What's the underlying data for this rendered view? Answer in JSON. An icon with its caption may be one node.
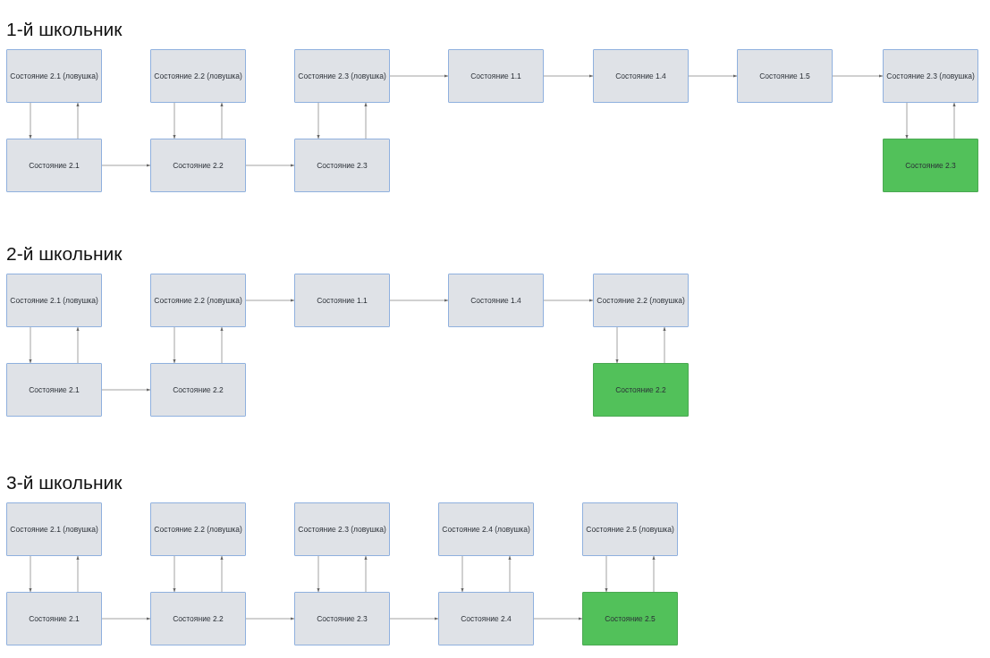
{
  "diagram": {
    "nodes": [
      {
        "text": [
          "Состояние 2.1 (ловушка)"
        ]
      },
      {
        "text": [
          "Состояние 2.1"
        ]
      },
      {
        "text": [
          "Состояние 2.2 (ловушка)"
        ]
      },
      {
        "text": [
          "Состояние 2.2"
        ]
      },
      {
        "text": [
          "Состояние 2.3 (ловушка)"
        ]
      },
      {
        "text": [
          "Состояние 2.3"
        ]
      },
      {
        "text": [
          "Состояние 1.1"
        ]
      },
      {
        "text": [
          "Состояние 1.4"
        ]
      },
      {
        "text": [
          "Состояние 1.5"
        ]
      },
      {
        "text": [
          "Состояние 2.3 (ловушка)"
        ]
      },
      {
        "text": [
          "Состояние 2.3"
        ]
      },
      {
        "text": [
          "Состояние 2.1 (ловушка)"
        ]
      },
      {
        "text": [
          "Состояние 2.1"
        ]
      },
      {
        "text": [
          "Состояние 2.2 (ловушка)"
        ]
      },
      {
        "text": [
          "Состояние 2.2"
        ]
      },
      {
        "text": [
          "Состояние 1.1"
        ]
      },
      {
        "text": [
          "Состояние 1.4"
        ]
      },
      {
        "text": [
          "Состояние 2.2 (ловушка)"
        ]
      },
      {
        "text": [
          "Состояние 2.2"
        ]
      },
      {
        "text": [
          "Состояние 2.1 (ловушка)"
        ]
      },
      {
        "text": [
          "Состояние 2.1"
        ]
      },
      {
        "text": [
          "Состояние 2.2 (ловушка)"
        ]
      },
      {
        "text": [
          "Состояние 2.2"
        ]
      },
      {
        "text": [
          "Состояние 2.3 (ловушка)"
        ]
      },
      {
        "text": [
          "Состояние 2.3"
        ]
      },
      {
        "text": [
          "Состояние 2.4 (ловушка)"
        ]
      },
      {
        "text": [
          "Состояние 2.4"
        ]
      },
      {
        "text": [
          "Состояние 2.5 (ловушка)"
        ]
      },
      {
        "text": [
          "Состояние 2.5"
        ]
      }
    ],
    "edges": [
      {
        "from": 0,
        "to": 1,
        "arrow": "to"
      },
      {
        "from": 1,
        "to": 0,
        "arrow": "to"
      },
      {
        "from": 1,
        "to": 3,
        "arrow": "to"
      },
      {
        "from": 2,
        "to": 3,
        "arrow": "to"
      },
      {
        "from": 3,
        "to": 2,
        "arrow": "to"
      },
      {
        "from": 3,
        "to": 5,
        "arrow": "to"
      },
      {
        "from": 4,
        "to": 5,
        "arrow": "to"
      },
      {
        "from": 5,
        "to": 4,
        "arrow": "to"
      },
      {
        "from": 4,
        "to": 6,
        "arrow": "to"
      },
      {
        "from": 6,
        "to": 7,
        "arrow": "to"
      },
      {
        "from": 7,
        "to": 8,
        "arrow": "to"
      },
      {
        "from": 8,
        "to": 9,
        "arrow": "to"
      },
      {
        "from": 9,
        "to": 10,
        "arrow": "to"
      },
      {
        "from": 10,
        "to": 9,
        "arrow": "to"
      },
      {
        "from": 11,
        "to": 12,
        "arrow": "to"
      },
      {
        "from": 12,
        "to": 11,
        "arrow": "to"
      },
      {
        "from": 12,
        "to": 14,
        "arrow": "to"
      },
      {
        "from": 13,
        "to": 14,
        "arrow": "to"
      },
      {
        "from": 14,
        "to": 13,
        "arrow": "to"
      },
      {
        "from": 13,
        "to": 15,
        "arrow": "to"
      },
      {
        "from": 15,
        "to": 16,
        "arrow": "to"
      },
      {
        "from": 16,
        "to": 17,
        "arrow": "to"
      },
      {
        "from": 17,
        "to": 18,
        "arrow": "to"
      },
      {
        "from": 18,
        "to": 17,
        "arrow": "to"
      },
      {
        "from": 19,
        "to": 20,
        "arrow": "to"
      },
      {
        "from": 20,
        "to": 19,
        "arrow": "to"
      },
      {
        "from": 20,
        "to": 22,
        "arrow": "to"
      },
      {
        "from": 21,
        "to": 22,
        "arrow": "to"
      },
      {
        "from": 22,
        "to": 21,
        "arrow": "to"
      },
      {
        "from": 22,
        "to": 24,
        "arrow": "to"
      },
      {
        "from": 23,
        "to": 24,
        "arrow": "to"
      },
      {
        "from": 24,
        "to": 23,
        "arrow": "to"
      },
      {
        "from": 24,
        "to": 26,
        "arrow": "to"
      },
      {
        "from": 25,
        "to": 26,
        "arrow": "to"
      },
      {
        "from": 26,
        "to": 25,
        "arrow": "to"
      },
      {
        "from": 26,
        "to": 28,
        "arrow": "to"
      },
      {
        "from": 27,
        "to": 28,
        "arrow": "to"
      },
      {
        "from": 28,
        "to": 27,
        "arrow": "to"
      }
    ],
    "labels": [
      "1-й школьник",
      "2-й школьник",
      "3-й школьник"
    ]
  }
}
